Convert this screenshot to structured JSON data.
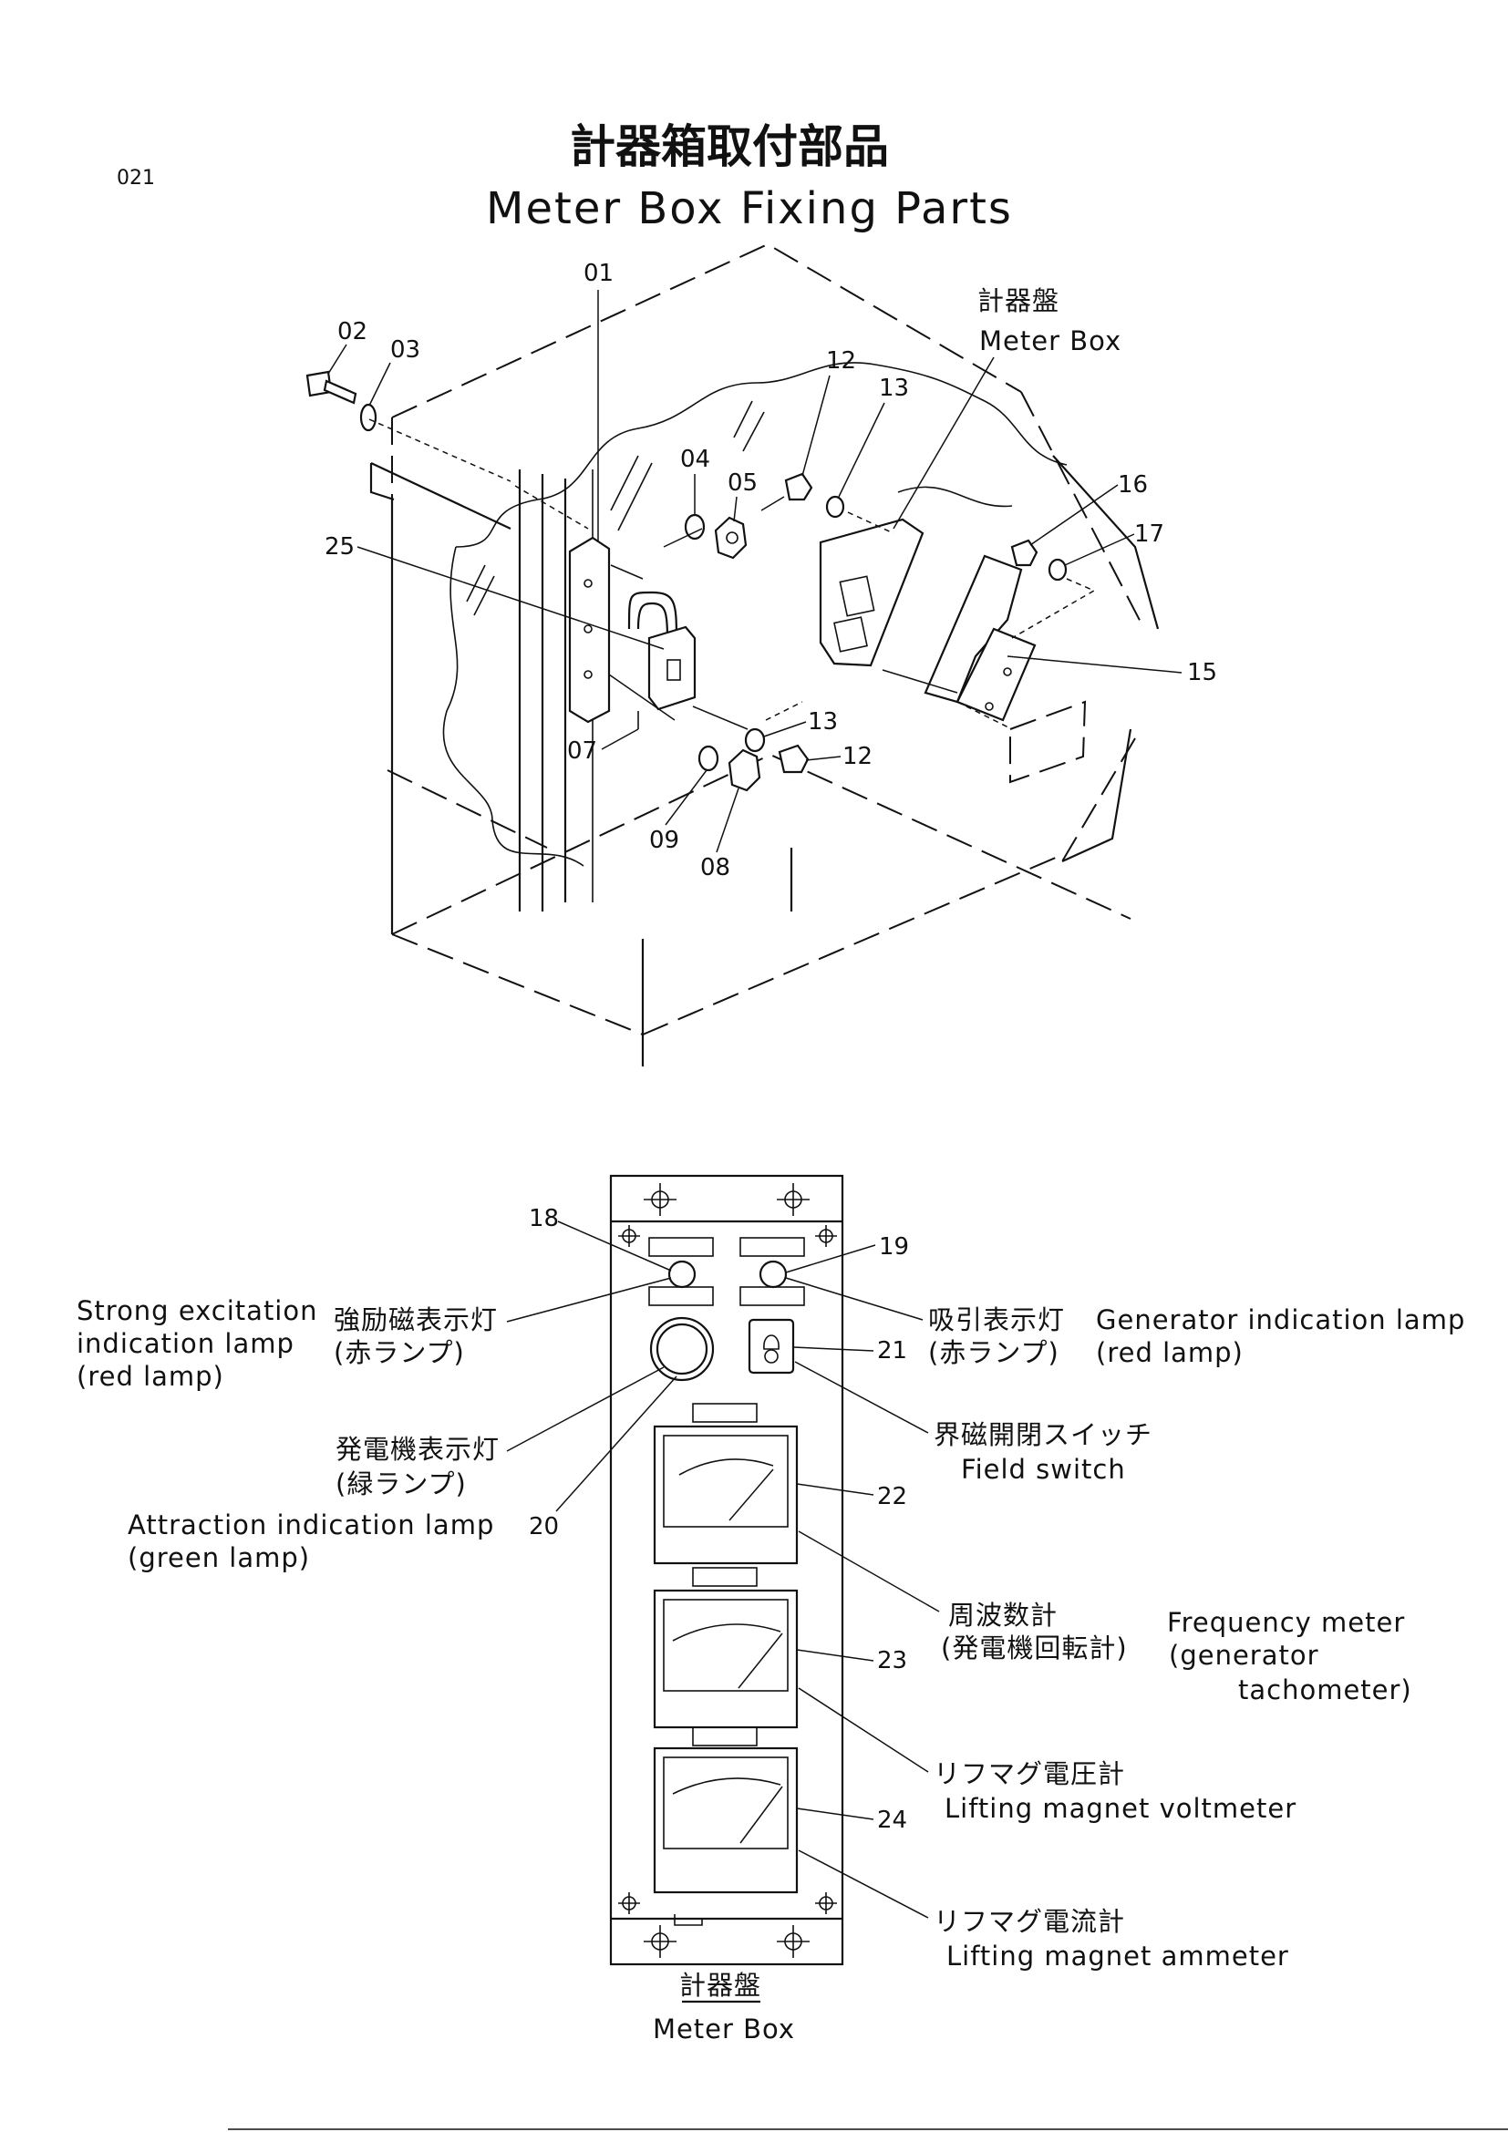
{
  "header": {
    "page_code": "021",
    "title_jp": "計器箱取付部品",
    "title_en": "Meter Box Fixing Parts"
  },
  "assembly": {
    "meter_box_label_jp": "計器盤",
    "meter_box_label_en": "Meter Box",
    "callouts": [
      "01",
      "02",
      "03",
      "04",
      "05",
      "07",
      "08",
      "09",
      "12",
      "13",
      "12",
      "13",
      "15",
      "16",
      "17",
      "25"
    ]
  },
  "panel": {
    "callouts": [
      "18",
      "19",
      "20",
      "21",
      "22",
      "23",
      "24"
    ],
    "labels": {
      "strong_excitation_jp_1": "強励磁表示灯",
      "strong_excitation_jp_2": "(赤ランプ)",
      "strong_excitation_en_1": "Strong  excitation",
      "strong_excitation_en_2": "indication  lamp",
      "strong_excitation_en_3": "(red  lamp)",
      "generator_lamp_jp_1": "吸引表示灯",
      "generator_lamp_jp_2": "(赤ランプ)",
      "generator_lamp_en_1": "Generator  indication  lamp",
      "generator_lamp_en_2": "(red  lamp)",
      "attraction_jp_1": "発電機表示灯",
      "attraction_jp_2": "(緑ランプ)",
      "attraction_en_1": "Attraction  indication  lamp",
      "attraction_en_2": "(green  lamp)",
      "field_switch_jp": "界磁開閉スイッチ",
      "field_switch_en": "Field  switch",
      "frequency_jp_1": "周波数計",
      "frequency_jp_2": "(発電機回転計)",
      "frequency_en_1": "Frequency  meter",
      "frequency_en_2": "(generator",
      "frequency_en_3": "tachometer)",
      "voltmeter_jp": "リフマグ電圧計",
      "voltmeter_en": "Lifting  magnet  voltmeter",
      "ammeter_jp": "リフマグ電流計",
      "ammeter_en": "Lifting  magnet  ammeter"
    },
    "bottom_label_jp": "計器盤",
    "bottom_label_en": "Meter Box"
  }
}
